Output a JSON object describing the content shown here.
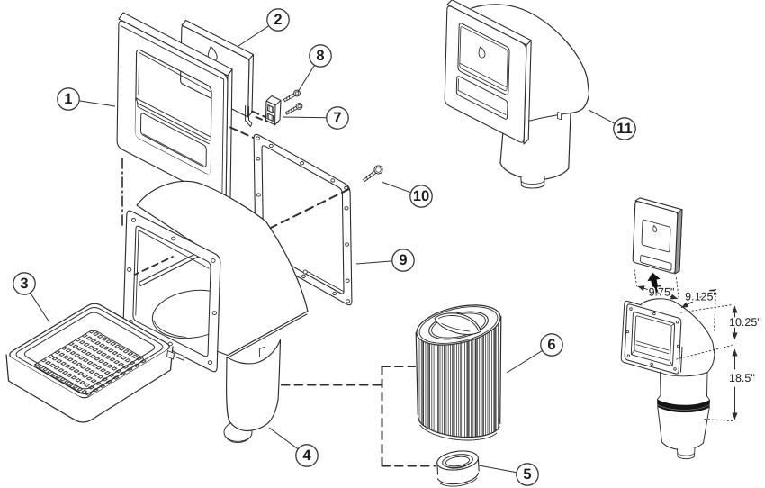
{
  "meta": {
    "type": "exploded-parts-diagram",
    "subject": "Above-ground pool wall skimmer - exploded parts view with assembled views and outline dimensions",
    "background": "#ffffff",
    "line_color": "#2d2d2d"
  },
  "callouts": [
    {
      "number": "1"
    },
    {
      "number": "2"
    },
    {
      "number": "3"
    },
    {
      "number": "4"
    },
    {
      "number": "5"
    },
    {
      "number": "6"
    },
    {
      "number": "7"
    },
    {
      "number": "8"
    },
    {
      "number": "9"
    },
    {
      "number": "10"
    },
    {
      "number": "11"
    }
  ],
  "callout_parts": {
    "1": "faceplate",
    "2": "weir door",
    "3": "debris basket",
    "4": "skimmer body",
    "5": "retainer ring",
    "6": "filter cartridge",
    "7": "clip",
    "8": "clip screws",
    "9": "gasket",
    "10": "faceplate screw",
    "11": "assembled skimmer"
  },
  "dimensions": {
    "width": "9.75\"",
    "depth": "9.125\"",
    "faceplate_height": "10.25\"",
    "overall_height": "18.5\""
  }
}
